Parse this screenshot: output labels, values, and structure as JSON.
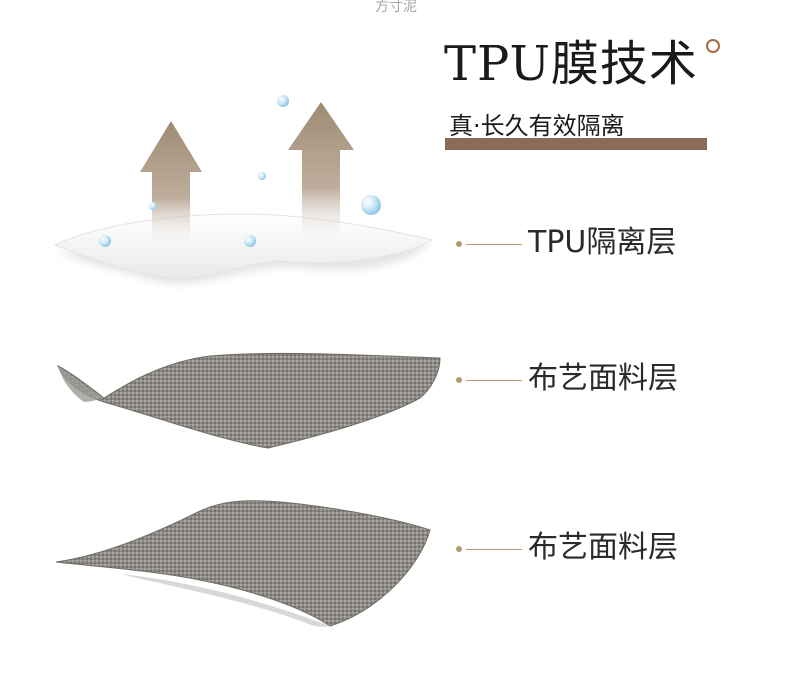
{
  "watermark": "方寸泥",
  "header": {
    "title": "TPU膜技术",
    "subtitle": "真·长久有效隔离"
  },
  "layers": [
    {
      "label": "TPU隔离层"
    },
    {
      "label": "布艺面料层"
    },
    {
      "label": "布艺面料层"
    }
  ],
  "colors": {
    "accent_bar": "#8b6a57",
    "arrow": "#a79480",
    "leader": "#b59679",
    "fabric": "#8a8783"
  },
  "icons": [
    "breathable-up-arrow-icon",
    "water-droplet-icon"
  ]
}
